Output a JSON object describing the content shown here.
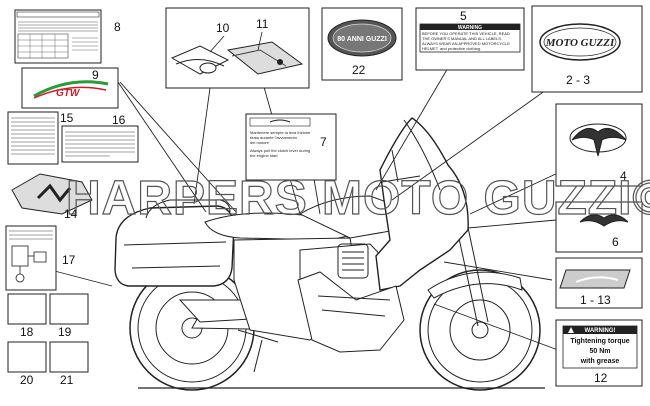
{
  "watermark": "HARPERS MOTO GUZZI©",
  "parts": {
    "p1_13": "1 - 13",
    "p2_3": "2 - 3",
    "p4": "4",
    "p5": "5",
    "p6": "6",
    "p7": "7",
    "p8": "8",
    "p9": "9",
    "p10": "10",
    "p11": "11",
    "p12": "12",
    "p14": "14",
    "p15": "15",
    "p16": "16",
    "p17": "17",
    "p18": "18",
    "p19": "19",
    "p20": "20",
    "p21": "21",
    "p22": "22"
  },
  "labels": {
    "warning_title": "WARNING!",
    "torque_line1": "Tightening torque",
    "torque_line2": "50 Nm",
    "torque_line3": "with grease",
    "badge_text": "MOTO GUZZI",
    "anniversary_text": "80 ANNI GUZZI",
    "model_decal": "GTW",
    "warn5_title": "WARNING",
    "warn5_l1": "BEFORE YOU OPERATE THIS VEHICLE, READ",
    "warn5_l2": "THE OWNER'S MANUAL AND ALL LABELS.",
    "warn5_l3": "ALWAYS WEAR AN APPROVED MOTORCYCLE",
    "warn5_l4": "HELMET, and protective clothing.",
    "label7_l1": "Mantenere sempre la leva frizione",
    "label7_l2": "tirata durante l'avviamento",
    "label7_l3": "del motore",
    "label7_l4": "Always pull the clutch lever during",
    "label7_l5": "the engine start"
  },
  "colors": {
    "line": "#222222",
    "gtw_green": "#2a9a3a",
    "gtw_red": "#c8202a",
    "watermark": "#555555"
  }
}
